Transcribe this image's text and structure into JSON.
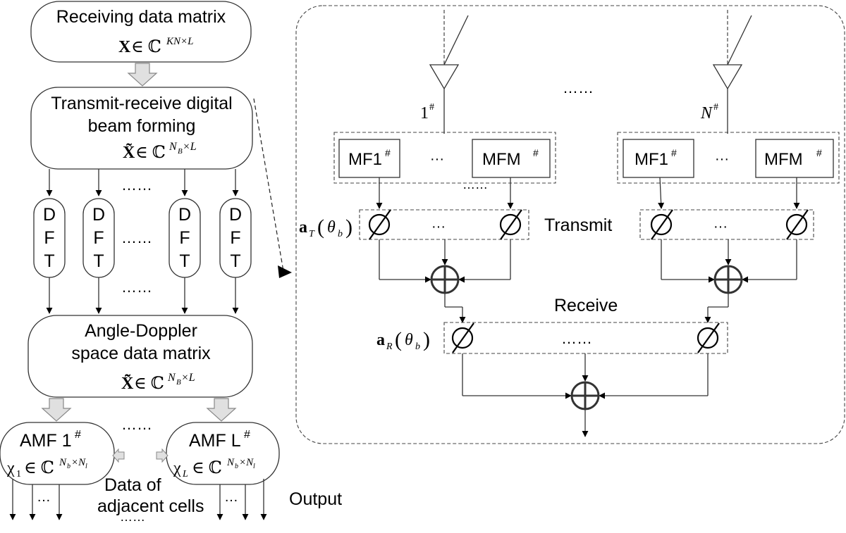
{
  "left_chain": {
    "receive_title": "Receiving data matrix",
    "receive_math_sym": "X",
    "receive_math_rel": "∈ ℂ",
    "receive_math_sup": "KN×L",
    "dbf_line1": "Transmit-receive digital",
    "dbf_line2": "beam forming",
    "dbf_math_sym": "X̃",
    "dbf_math_rel": "∈ ℂ",
    "dbf_math_sup_base": "N",
    "dbf_math_sup_sub": "B",
    "dbf_math_sup_tail": "×L",
    "dft_blocks": [
      {
        "letters": [
          "D",
          "F",
          "T"
        ]
      },
      {
        "letters": [
          "D",
          "F",
          "T"
        ]
      },
      {
        "letters": [
          "D",
          "F",
          "T"
        ]
      },
      {
        "letters": [
          "D",
          "F",
          "T"
        ]
      }
    ],
    "dots": "……",
    "ad_line1": "Angle-Doppler",
    "ad_line2": "space data matrix",
    "ad_math_sym": "X̃̃",
    "ad_math_rel": "∈ ℂ",
    "ad_math_sup_base": "N",
    "ad_math_sup_sub": "B",
    "ad_math_sup_tail": "×L",
    "amf1_label": "AMF 1",
    "amf1_hash": "#",
    "amf1_math_sym": "χ",
    "amf1_math_sub": "1",
    "amf1_math_rel": "∈ ℂ",
    "amf1_sup_a": "N",
    "amf1_sup_a_sub": "b",
    "amf1_sup_b": "×N",
    "amf1_sup_b_sub": "l",
    "amfL_label": "AMF L",
    "amfL_hash": "#",
    "amfL_math_sym": "χ",
    "amfL_math_sub": "L",
    "amfL_math_rel": "∈ ℂ",
    "amfL_sup_a": "N",
    "amfL_sup_a_sub": "b",
    "amfL_sup_b": "×N",
    "amfL_sup_b_sub": "l",
    "adjacent_line1": "Data of",
    "adjacent_line2": "adjacent cells",
    "output_label": "Output",
    "small_dots": "…"
  },
  "right_panel": {
    "antenna1_label": "1",
    "antennaN_label": "N",
    "hash": "#",
    "dots": "……",
    "ellipsis": "···",
    "mf1_label": "MF1",
    "mfm_label": "MFM",
    "transmit_label": "Transmit",
    "receive_label": "Receive",
    "aT_bold": "a",
    "aT_sub": "T",
    "aR_bold": "a",
    "aR_sub": "R",
    "theta": "θ",
    "theta_sub": "b",
    "lparen": "(",
    "rparen": ")"
  }
}
